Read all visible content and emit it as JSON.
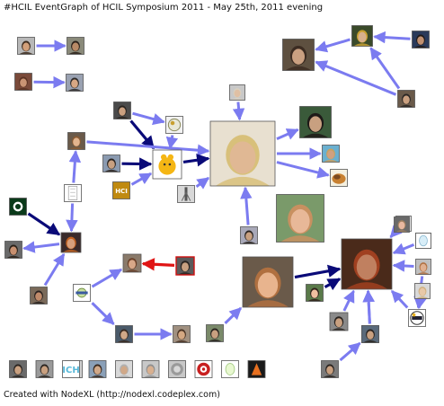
{
  "title": "#HCIL EventGraph of HCIL Symposium 2011 - May 25th, 2011 evening",
  "footer": "Created with NodeXL (http://nodexl.codeplex.com)",
  "colors": {
    "edge_light": "#7b7bf0",
    "edge_dark": "#0a0a78",
    "edge_red": "#e01414"
  },
  "graph": {
    "nodes": [
      {
        "id": "n01",
        "kind": "person",
        "skin": "#d2a07a",
        "hair": "#3b2a1c",
        "bg": "#b8b8b8"
      },
      {
        "id": "n02",
        "kind": "person",
        "skin": "#b88a66",
        "hair": "#2a2018",
        "bg": "#8a8a7a"
      },
      {
        "id": "n03",
        "kind": "person",
        "skin": "#c99474",
        "hair": "#5a3222",
        "bg": "#7a4a3a"
      },
      {
        "id": "n04",
        "kind": "person",
        "skin": "#d7a784",
        "hair": "#2e2a28",
        "bg": "#9aa2b2"
      },
      {
        "id": "n05",
        "kind": "person",
        "skin": "#caa081",
        "hair": "#3c2c22",
        "bg": "#5e5040"
      },
      {
        "id": "n06",
        "kind": "person",
        "skin": "#d8b08c",
        "hair": "#c8a030",
        "bg": "#3a4a2a"
      },
      {
        "id": "n07",
        "kind": "person",
        "skin": "#c09070",
        "hair": "#201a18",
        "bg": "#2a3a5a"
      },
      {
        "id": "n08",
        "kind": "person",
        "skin": "#caa080",
        "hair": "#2a2624",
        "bg": "#6a5a4a"
      },
      {
        "id": "n09",
        "kind": "person",
        "skin": "#e0c0a4",
        "hair": "#d8d0c0",
        "bg": "#c8c8c8"
      },
      {
        "id": "n10",
        "kind": "person",
        "skin": "#caa080",
        "hair": "#2a2420",
        "bg": "#4a4a4a"
      },
      {
        "id": "n11",
        "kind": "logo-bird",
        "bg": "#f2f2f2"
      },
      {
        "id": "n12",
        "kind": "person",
        "skin": "#e2b48e",
        "hair": "#8a5a32",
        "bg": "#6a5a4a"
      },
      {
        "id": "n13",
        "kind": "person",
        "skin": "#c8a080",
        "hair": "#1e1a18",
        "bg": "#3a5a3a"
      },
      {
        "id": "n14",
        "kind": "person",
        "skin": "#d0a080",
        "hair": "#c8a060",
        "bg": "#6ab0d0"
      },
      {
        "id": "n15",
        "kind": "logo-food",
        "bg": "#f4f0e0"
      },
      {
        "id": "n16",
        "kind": "person",
        "skin": "#c8a080",
        "hair": "#2a2420",
        "bg": "#8a9ab0"
      },
      {
        "id": "n17",
        "kind": "logo-yellow",
        "bg": "#ffffff"
      },
      {
        "id": "n18",
        "kind": "person",
        "skin": "#e0b894",
        "hair": "#d8c07a",
        "bg": "#e8e0d0"
      },
      {
        "id": "n19",
        "kind": "logo-hci",
        "bg": "#2a2a2a",
        "label": "HCI"
      },
      {
        "id": "n20",
        "kind": "logo-tower",
        "bg": "#d8d8d8"
      },
      {
        "id": "n21",
        "kind": "logo-green",
        "bg": "#0a3a1a"
      },
      {
        "id": "n22",
        "kind": "logo-doc",
        "bg": "#ffffff"
      },
      {
        "id": "n23",
        "kind": "person",
        "skin": "#c89070",
        "hair": "#2a2018",
        "bg": "#6a6a6a"
      },
      {
        "id": "n24",
        "kind": "person",
        "skin": "#d8a07c",
        "hair": "#c06020",
        "bg": "#3a2a2a"
      },
      {
        "id": "n25",
        "kind": "person",
        "skin": "#c08a6a",
        "hair": "#2a2220",
        "bg": "#7a6a5a"
      },
      {
        "id": "n26",
        "kind": "logo-conf",
        "bg": "#ffffff"
      },
      {
        "id": "n27",
        "kind": "person",
        "skin": "#d8a888",
        "hair": "#6a4028",
        "bg": "#8a7a6a"
      },
      {
        "id": "n28",
        "kind": "person",
        "skin": "#c8a080",
        "hair": "#2a2420",
        "bg": "#5a5a5a"
      },
      {
        "id": "n29",
        "kind": "person",
        "skin": "#d0a888",
        "hair": "#3a2a20",
        "bg": "#4a5a6a"
      },
      {
        "id": "n30",
        "kind": "person",
        "skin": "#d4a882",
        "hair": "#4a3424",
        "bg": "#a09080"
      },
      {
        "id": "n31",
        "kind": "person",
        "skin": "#c8a080",
        "hair": "#2a2420",
        "bg": "#7a8a6a"
      },
      {
        "id": "n32",
        "kind": "person",
        "skin": "#e8b898",
        "hair": "#c89060",
        "bg": "#7a9a6a"
      },
      {
        "id": "n33",
        "kind": "person",
        "skin": "#e2b28c",
        "hair": "#7a4a2a",
        "bg": "#e8e8e8"
      },
      {
        "id": "n34",
        "kind": "person",
        "skin": "#e8b48e",
        "hair": "#b07040",
        "bg": "#6a5a4a"
      },
      {
        "id": "n35",
        "kind": "person",
        "skin": "#e8c0a0",
        "hair": "#a06840",
        "bg": "#f0f0f0"
      },
      {
        "id": "n36",
        "kind": "person",
        "skin": "#c8a080",
        "hair": "#2a2420",
        "bg": "#a8a8b8"
      },
      {
        "id": "n37",
        "kind": "person",
        "skin": "#f0c0a0",
        "hair": "#30201a",
        "bg": "#5a7a4a"
      },
      {
        "id": "n38",
        "kind": "person",
        "skin": "#e8b8a0",
        "hair": "#a08060",
        "bg": "#6a6a6a"
      },
      {
        "id": "n39",
        "kind": "person",
        "skin": "#c08060",
        "hair": "#a04020",
        "bg": "#4a2a1a"
      },
      {
        "id": "n40",
        "kind": "person",
        "skin": "#c8a080",
        "hair": "#2a2420",
        "bg": "#8a8a8a"
      },
      {
        "id": "n41",
        "kind": "person",
        "skin": "#c89070",
        "hair": "#2a2420",
        "bg": "#2a2a3a"
      },
      {
        "id": "n42",
        "kind": "person",
        "skin": "#c8a080",
        "hair": "#2a2420",
        "bg": "#5a6a7a"
      },
      {
        "id": "n43",
        "kind": "logo-egg",
        "bg": "#ffffff"
      },
      {
        "id": "n44",
        "kind": "person",
        "skin": "#e0b090",
        "hair": "#b07040",
        "bg": "#c0c0c0"
      },
      {
        "id": "n45",
        "kind": "person",
        "skin": "#e8c8a8",
        "hair": "#d0b080",
        "bg": "#d8d8d8"
      },
      {
        "id": "n46",
        "kind": "logo-hcil",
        "bg": "#ffffff"
      },
      {
        "id": "n47",
        "kind": "person",
        "skin": "#c8a080",
        "hair": "#2a2420",
        "bg": "#7a7a7a"
      },
      {
        "id": "n48",
        "kind": "person",
        "skin": "#c8a080",
        "hair": "#2a2420",
        "bg": "#6a6a6a"
      },
      {
        "id": "n49",
        "kind": "person",
        "skin": "#c8a080",
        "hair": "#2a2420",
        "bg": "#9a9a9a"
      },
      {
        "id": "n50",
        "kind": "person",
        "skin": "#c8a080",
        "hair": "#3a2a20",
        "bg": "#d0d0d0"
      },
      {
        "id": "n51",
        "kind": "person",
        "skin": "#d0a888",
        "hair": "#3a2a20",
        "bg": "#8aa0b8"
      },
      {
        "id": "n52",
        "kind": "logo-ich",
        "bg": "#ffffff",
        "label": "ICH"
      },
      {
        "id": "n53",
        "kind": "person",
        "skin": "#d0a888",
        "hair": "#b0b0b0",
        "bg": "#d8d8d8"
      },
      {
        "id": "n54",
        "kind": "person",
        "skin": "#d8b090",
        "hair": "#909090",
        "bg": "#c8c8c8"
      },
      {
        "id": "n55",
        "kind": "logo-grey",
        "bg": "#c8c8c8"
      },
      {
        "id": "n56",
        "kind": "logo-red",
        "bg": "#ffffff"
      },
      {
        "id": "n57",
        "kind": "logo-egg-green",
        "bg": "#ffffff"
      },
      {
        "id": "n58",
        "kind": "logo-dark",
        "bg": "#1a1a1a"
      }
    ],
    "edges": [
      {
        "from": "n01",
        "to": "n02",
        "color": "light"
      },
      {
        "from": "n03",
        "to": "n04",
        "color": "light"
      },
      {
        "from": "n06",
        "to": "n05",
        "color": "light"
      },
      {
        "from": "n07",
        "to": "n06",
        "color": "light"
      },
      {
        "from": "n08",
        "to": "n05",
        "color": "light"
      },
      {
        "from": "n08",
        "to": "n06",
        "color": "light"
      },
      {
        "from": "n09",
        "to": "n18",
        "color": "light"
      },
      {
        "from": "n10",
        "to": "n17",
        "color": "dark"
      },
      {
        "from": "n10",
        "to": "n11",
        "color": "light"
      },
      {
        "from": "n11",
        "to": "n17",
        "color": "light"
      },
      {
        "from": "n12",
        "to": "n18",
        "color": "light"
      },
      {
        "from": "n16",
        "to": "n17",
        "color": "dark"
      },
      {
        "from": "n17",
        "to": "n18",
        "color": "dark"
      },
      {
        "from": "n19",
        "to": "n17",
        "color": "light"
      },
      {
        "from": "n20",
        "to": "n18",
        "color": "light"
      },
      {
        "from": "n18",
        "to": "n13",
        "color": "light"
      },
      {
        "from": "n18",
        "to": "n14",
        "color": "light"
      },
      {
        "from": "n18",
        "to": "n15",
        "color": "light"
      },
      {
        "from": "n22",
        "to": "n12",
        "color": "light"
      },
      {
        "from": "n21",
        "to": "n24",
        "color": "dark"
      },
      {
        "from": "n22",
        "to": "n24",
        "color": "light"
      },
      {
        "from": "n24",
        "to": "n23",
        "color": "light"
      },
      {
        "from": "n25",
        "to": "n24",
        "color": "light"
      },
      {
        "from": "n28",
        "to": "n27",
        "color": "red"
      },
      {
        "from": "n26",
        "to": "n27",
        "color": "light"
      },
      {
        "from": "n26",
        "to": "n29",
        "color": "light"
      },
      {
        "from": "n29",
        "to": "n30",
        "color": "light"
      },
      {
        "from": "n36",
        "to": "n18",
        "color": "light"
      },
      {
        "from": "n31",
        "to": "n34",
        "color": "light"
      },
      {
        "from": "n34",
        "to": "n39",
        "color": "dark"
      },
      {
        "from": "n37",
        "to": "n39",
        "color": "dark"
      },
      {
        "from": "n38",
        "to": "n39",
        "color": "light"
      },
      {
        "from": "n43",
        "to": "n39",
        "color": "light"
      },
      {
        "from": "n44",
        "to": "n39",
        "color": "light"
      },
      {
        "from": "n44",
        "to": "n46",
        "color": "light"
      },
      {
        "from": "n40",
        "to": "n39",
        "color": "light"
      },
      {
        "from": "n41",
        "to": "n39",
        "color": "light"
      },
      {
        "from": "n45",
        "to": "n46",
        "color": "light"
      },
      {
        "from": "n46",
        "to": "n39",
        "color": "light"
      },
      {
        "from": "n42",
        "to": "n39",
        "color": "light"
      },
      {
        "from": "n47",
        "to": "n41",
        "color": "light"
      }
    ]
  }
}
